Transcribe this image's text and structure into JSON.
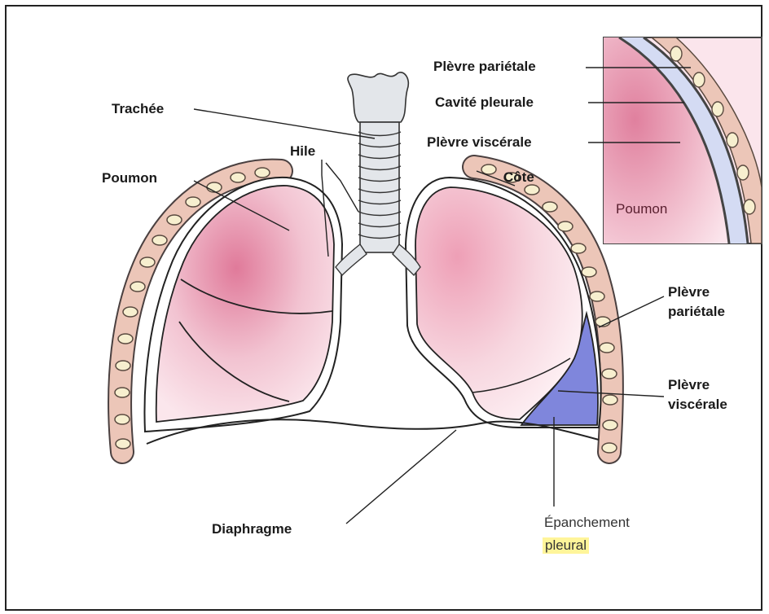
{
  "labels": {
    "trachee": "Trachée",
    "hile": "Hile",
    "poumon": "Poumon",
    "cote": "Côte",
    "diaphragme": "Diaphragme",
    "plevre_parietale_main_1": "Plèvre",
    "plevre_parietale_main_2": "pariétale",
    "plevre_viscerale_main_1": "Plèvre",
    "plevre_viscerale_main_2": "viscérale",
    "epanchement_1": "Épanchement",
    "epanchement_2": "pleural"
  },
  "inset": {
    "plevre_parietale": "Plèvre pariétale",
    "cavite_pleurale": "Cavité pleurale",
    "plevre_viscerale": "Plèvre viscérale",
    "poumon": "Poumon"
  },
  "colors": {
    "lung_pink": "#f3c6d3",
    "lung_deep": "#e48aa6",
    "rib_band": "#ecc6b8",
    "rib_bone": "#f7efcf",
    "effusion_blue": "#7f86dc",
    "cavity_blue": "#d4dbf3",
    "trachea_gray": "#e3e6ea",
    "highlight": "#fff59a"
  }
}
